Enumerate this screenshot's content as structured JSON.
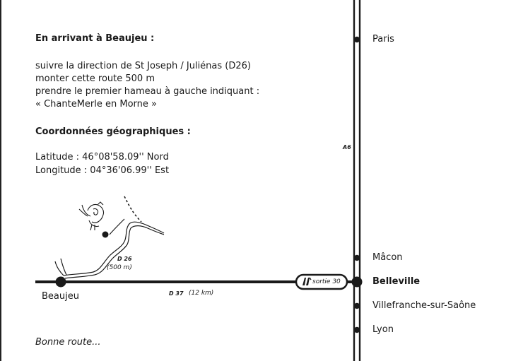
{
  "directions": {
    "heading": "En arrivant à Beaujeu :",
    "line1": "suivre la direction de St Joseph / Juliénas (D26)",
    "line2": "monter cette route 500 m",
    "line3": "prendre le premier hameau à gauche indiquant :",
    "line4": "« ChanteMerle en Morne »"
  },
  "coordinates": {
    "heading": "Coordonnées géographiques :",
    "latitude": "Latitude : 46°08'58.09'' Nord",
    "longitude": "Longitude : 04°36'06.99'' Est"
  },
  "map": {
    "highway_label": "A6",
    "road_d26_label": "D 26",
    "road_d26_distance": "(500 m)",
    "road_d37_label": "D 37",
    "road_d37_distance": "(12 km)",
    "exit_label": "sortie 30",
    "origin_town": "Beaujeu",
    "cities": [
      {
        "name": "Paris",
        "bold": false
      },
      {
        "name": "Mâcon",
        "bold": false
      },
      {
        "name": "Belleville",
        "bold": true
      },
      {
        "name": "Villefranche-sur-Saône",
        "bold": false
      },
      {
        "name": "Lyon",
        "bold": false
      }
    ]
  },
  "closing": "Bonne route..."
}
